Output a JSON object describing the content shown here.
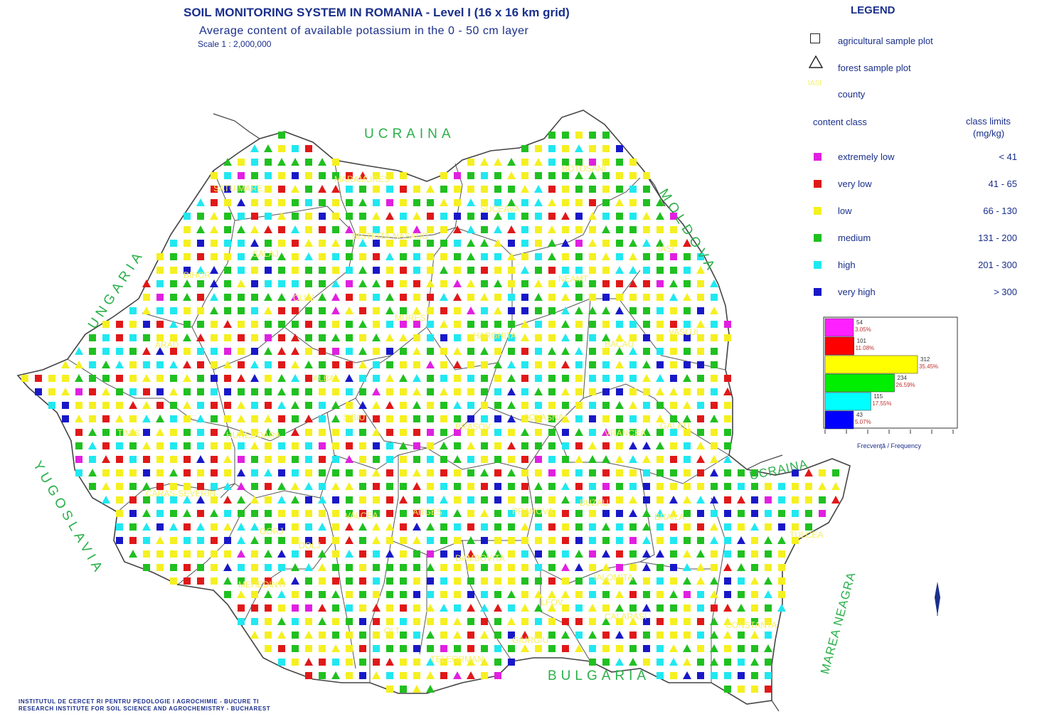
{
  "header": {
    "title": "SOIL MONITORING SYSTEM IN ROMANIA  -  Level I (16 x 16 km grid)",
    "subtitle": "Average content of available potassium in the 0 - 50 cm layer",
    "scale": "Scale 1 : 2,000,000"
  },
  "legend": {
    "title": "LEGEND",
    "symbols": [
      {
        "label": "agricultural sample plot",
        "icon": "square-outline-icon"
      },
      {
        "label": "forest sample plot",
        "icon": "triangle-outline-icon"
      },
      {
        "label": "county",
        "icon": "county-label-icon",
        "sample": "IASI"
      }
    ],
    "content_class_header": "content class",
    "class_limits_header": "class limits",
    "class_limits_unit": "(mg/kg)",
    "classes": [
      {
        "name": "extremely low",
        "limits": "< 41",
        "color": "#e020e0"
      },
      {
        "name": "very low",
        "limits": "41  -  65",
        "color": "#e01818"
      },
      {
        "name": "low",
        "limits": "66  -  130",
        "color": "#f5f020"
      },
      {
        "name": "medium",
        "limits": "131  -  200",
        "color": "#20c020"
      },
      {
        "name": "high",
        "limits": "201  -  300",
        "color": "#20e8f0"
      },
      {
        "name": "very high",
        "limits": "> 300",
        "color": "#1818c8"
      }
    ]
  },
  "histogram": {
    "axis_title": "Frecvenţă / Frequency",
    "bars": [
      {
        "count": "54",
        "percent": "3.05%",
        "color": "#ff20ff",
        "value": 3.05
      },
      {
        "count": "101",
        "percent": "11.08%",
        "color": "#ff0000",
        "value": 11.08
      },
      {
        "count": "312",
        "percent": "35.45%",
        "color": "#ffff00",
        "value": 35.45
      },
      {
        "count": "234",
        "percent": "26.59%",
        "color": "#00ee00",
        "value": 26.59
      },
      {
        "count": "115",
        "percent": "17.55%",
        "color": "#00ffff",
        "value": 17.55
      },
      {
        "count": "43",
        "percent": "5.07%",
        "color": "#0000ff",
        "value": 5.07
      }
    ]
  },
  "neighbours": [
    {
      "name": "UCRAINA",
      "id": "ucraina-north"
    },
    {
      "name": "UNGARIA",
      "id": "ungaria"
    },
    {
      "name": "MOLDOVA",
      "id": "moldova"
    },
    {
      "name": "UCRAINA",
      "id": "ucraina-south"
    },
    {
      "name": "YUGOSLAVIA",
      "id": "yugoslavia"
    },
    {
      "name": "BULGARIA",
      "id": "bulgaria"
    },
    {
      "name": "MAREA NEAGRA",
      "id": "marea-neagra"
    }
  ],
  "counties": [
    "SATU MARE",
    "MARAMURES",
    "SUCEAVA",
    "BOTOSANI",
    "BIHOR",
    "SALAJ",
    "BISTRITA-NASAUD",
    "IASI",
    "NEAMT",
    "CLUJ",
    "MURES",
    "HARGHITA",
    "BACAU",
    "VASLUI",
    "ARAD",
    "ALBA",
    "SIBIU",
    "BRASOV",
    "COVASNA",
    "VRANCEA",
    "GALATI",
    "TIMIS",
    "HUNEDOARA",
    "BUZAU",
    "BRAILA",
    "TULCEA",
    "CARAS-SEVERIN",
    "GORJ",
    "VALCEA",
    "ARGES",
    "PRAHOVA",
    "DAMBOVITA",
    "IALOMITA",
    "MEHEDINTI",
    "DOLJ",
    "OLT",
    "TELEORMAN",
    "GIURGIU",
    "CALARASI",
    "ILFOV",
    "CONSTANTA"
  ],
  "footer": {
    "line1": "INSTITUTUL DE CERCET  RI PENTRU PEDOLOGIE  I AGROCHIMIE - BUCURE TI",
    "line2": "RESEARCH INSTITUTE FOR SOIL SCIENCE AND AGROCHEMISTRY - BUCHAREST"
  },
  "north_arrow": "north-arrow-icon"
}
